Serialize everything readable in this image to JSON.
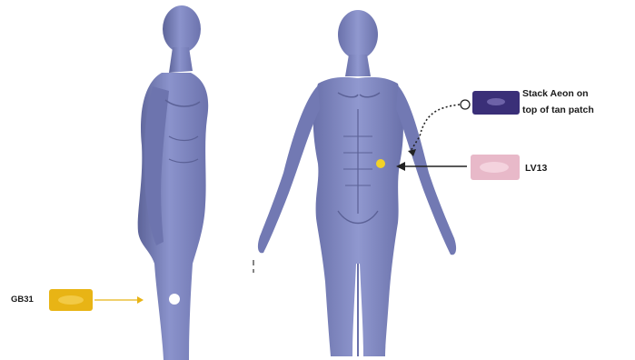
{
  "labels": {
    "stack_aeon_line1": "Stack Aeon on",
    "stack_aeon_line2": "top of  tan patch",
    "lv13": "LV13",
    "gb31": "GB31"
  },
  "patch_colors": {
    "aeon": "#3a2f78",
    "lv13": "#e8b9c9",
    "gb31": "#e8b415",
    "lv13_point": "#f2d227",
    "gb31_point": "#ffffff"
  },
  "figure_color": "#7e86c0"
}
